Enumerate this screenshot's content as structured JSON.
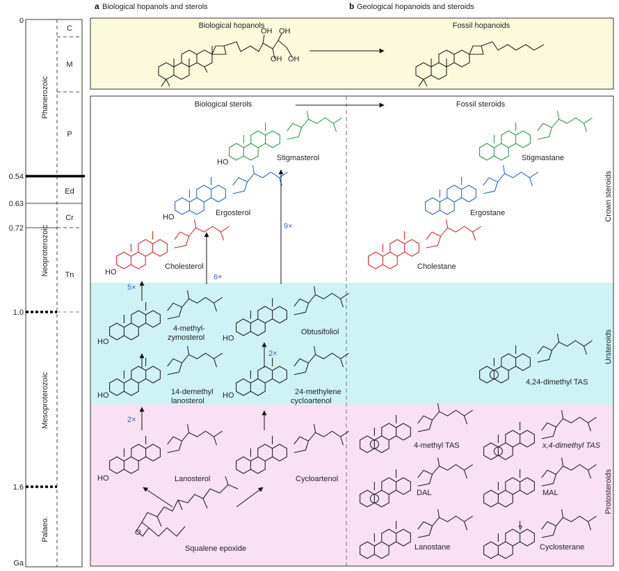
{
  "panels": {
    "a_letter": "a",
    "a_title": "Biological hopanols and sterols",
    "b_letter": "b",
    "b_title": "Geological hopanoids and steroids"
  },
  "timescale": {
    "ticks": [
      {
        "label": "0"
      },
      {
        "label": "0.54"
      },
      {
        "label": "0.63"
      },
      {
        "label": "0.72"
      },
      {
        "label": "1.0"
      },
      {
        "label": "1.6"
      },
      {
        "label": "Ga"
      }
    ],
    "eras": [
      "Phanerozoic",
      "Neoproterozoic",
      "Mesoproterozoic",
      "Palaeo."
    ],
    "periods": [
      "C",
      "M",
      "P",
      "Ed",
      "Cr",
      "Tn"
    ]
  },
  "hopanoids": {
    "left_title": "Biological hopanols",
    "right_title": "Fossil hopanoids",
    "oh": [
      "OH",
      "OH",
      "OH",
      "OH"
    ]
  },
  "sterols": {
    "left_title": "Biological sterols",
    "right_title": "Fossil steroids",
    "oh": [
      "HO",
      "HO",
      "HO",
      "HO",
      "HO",
      "HO",
      "HO",
      "HO"
    ],
    "compounds_left": [
      "Stigmasterol",
      "Ergosterol",
      "Cholesterol",
      "4-methyl-",
      "zymosterol",
      "Obtusifoliol",
      "14-demethyl",
      "lanosterol",
      "24-methylene",
      "cycloartenol",
      "Lanosterol",
      "Cycloartenol",
      "Squalene epoxide"
    ],
    "compounds_right": [
      "Stigmastane",
      "Ergostane",
      "Cholestane",
      "4,24-dimethyl TAS",
      "4-methyl TAS",
      "x,4-dimethyl TAS",
      "DAL",
      "MAL",
      "Lanostane",
      "Cyclosterane"
    ],
    "multipliers": [
      "6×",
      "9×",
      "5×",
      "2×",
      "2×"
    ],
    "question": "?",
    "epoxide_o": "O"
  },
  "side_labels": [
    "Crown steroids",
    "Ursteroids",
    "Protosteroids"
  ],
  "colors": {
    "hopanoid_band": "#fcfadd",
    "crown_band": "#ffffff",
    "ursteroid_band": "#cff3f5",
    "protosteroid_band": "#f9e0f2",
    "cholesterol": "#d42a2a",
    "ergosterol": "#2a67b8",
    "stigmasterol": "#2f9a46",
    "multiplier": "#3366b3"
  }
}
